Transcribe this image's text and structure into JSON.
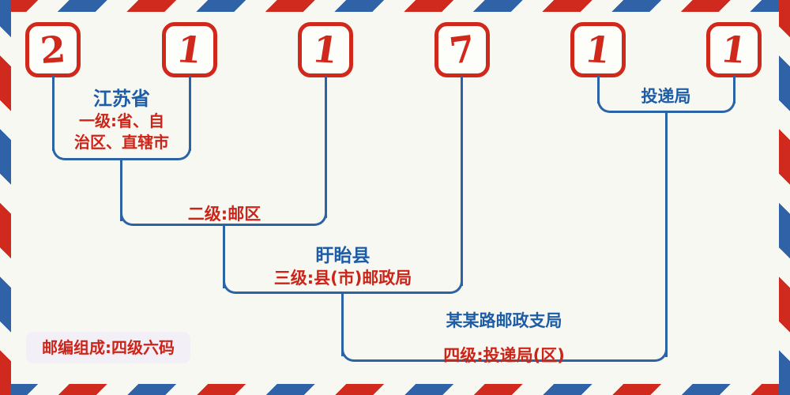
{
  "diagram": {
    "postcode_digits": [
      "2",
      "1",
      "1",
      "7",
      "1",
      "1"
    ],
    "brackets": [
      {
        "place": "江苏省",
        "desc_line1": "一级:省、自",
        "desc_line2": "治区、直辖市"
      },
      {
        "desc": "二级:邮区"
      },
      {
        "place": "盱眙县",
        "desc": "三级:县(市)邮政局"
      },
      {
        "place": "某某路邮政支局",
        "desc": "四级:投递局(区)"
      },
      {
        "place": "投递局"
      }
    ],
    "footer_badge": "邮编组成:四级六码",
    "colors": {
      "red": "#d1281c",
      "blue": "#2c63a5",
      "text_red": "#cc2418",
      "text_blue": "#1d5ca6",
      "stripe_red": "#d02a1e",
      "stripe_blue": "#2f62a6",
      "background": "#f8f8f2"
    }
  }
}
